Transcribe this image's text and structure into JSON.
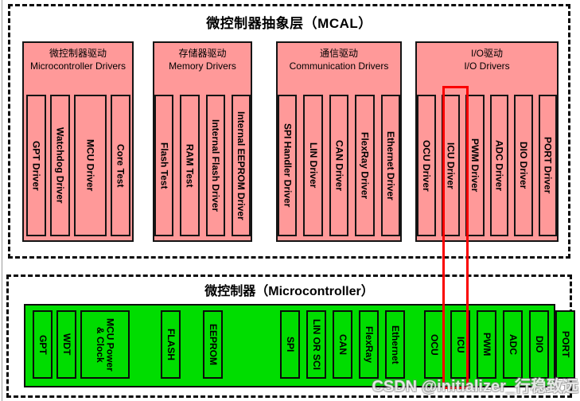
{
  "mcal": {
    "title": "微控制器抽象层（MCAL）",
    "groups": [
      {
        "title_zh": "微控制器驱动",
        "title_en": "Microcontroller Drivers",
        "drivers": [
          "GPT Driver",
          "Watchdog Driver",
          "MCU Driver",
          "Core Test"
        ]
      },
      {
        "title_zh": "存储器驱动",
        "title_en": "Memory Drivers",
        "drivers": [
          "Flash Test",
          "RAM Test",
          "Internal Flash Driver",
          "Internal EEPROM Driver"
        ]
      },
      {
        "title_zh": "通信驱动",
        "title_en": "Communication Drivers",
        "drivers": [
          "SPI Handler Driver",
          "LIN Driver",
          "CAN Driver",
          "FlexRay Driver",
          "Ethernet Driver"
        ]
      },
      {
        "title_zh": "I/O驱动",
        "title_en": "I/O Drivers",
        "drivers": [
          "OCU Driver",
          "ICU Driver",
          "PWM Driver",
          "ADC Driver",
          "DIO Driver",
          "PORT Driver"
        ]
      }
    ]
  },
  "mcu": {
    "title": "微控制器（Microcontroller）",
    "clusters": [
      [
        "GPT",
        "WDT",
        "MCU Power & Clock"
      ],
      [
        "FLASH"
      ],
      [
        "EEPROM"
      ],
      [
        "SPI",
        "LIN OR SCI",
        "CAN",
        "FlexRay",
        "Ethernet"
      ],
      [
        "OCU",
        "ICU",
        "PWM",
        "ADC",
        "DIO",
        "PORT"
      ]
    ]
  },
  "highlight": {
    "highlighted_module": "ICU",
    "color": "#fa0000"
  },
  "watermark": {
    "text": "CSDN @initializer_行稳致远"
  },
  "colors": {
    "driver_fill": "#ff9999",
    "mcu_fill": "#00dd00",
    "border": "#0b0b0b",
    "highlight": "#fa0000"
  }
}
